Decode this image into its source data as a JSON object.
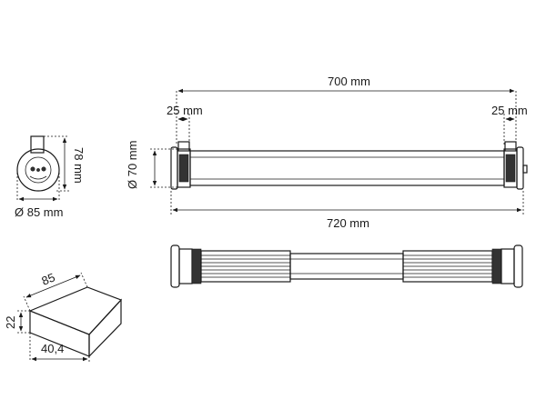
{
  "dimensions": {
    "total_inner_length": "700 mm",
    "total_length": "720 mm",
    "left_cap": "25 mm",
    "right_cap": "25 mm",
    "tube_diameter": "Ø 70 mm",
    "end_height": "78 mm",
    "end_diameter": "Ø 85 mm"
  },
  "box": {
    "length": "85",
    "height": "22",
    "width": "40,4"
  }
}
